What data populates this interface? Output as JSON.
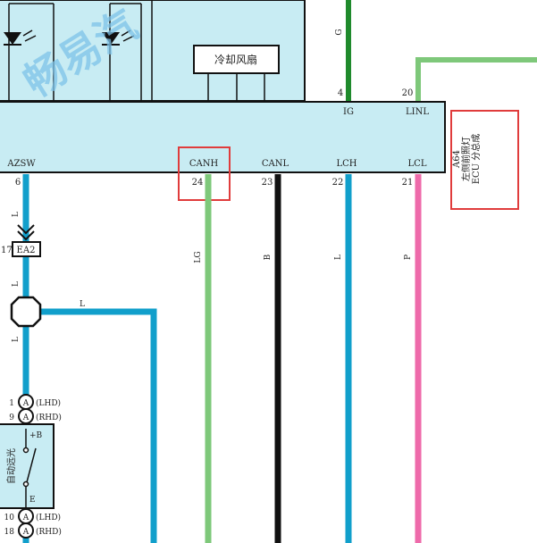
{
  "watermark": "畅易汽",
  "fan_label": "冷却风扇",
  "ecu": {
    "pins_top": [
      {
        "num": "4",
        "name": "IG"
      },
      {
        "num": "20",
        "name": "LINL"
      }
    ],
    "pins_bottom": [
      {
        "num": "6",
        "name": "AZSW"
      },
      {
        "num": "24",
        "name": "CANH"
      },
      {
        "num": "23",
        "name": "CANL"
      },
      {
        "num": "22",
        "name": "LCH"
      },
      {
        "num": "21",
        "name": "LCL"
      }
    ],
    "component_code": "A64",
    "component_name_line1": "左侧前照灯",
    "component_name_line2": "ECU 分总成"
  },
  "wire_colors": {
    "g_top": "G",
    "azsw_1": "L",
    "azsw_2": "L",
    "azsw_3": "L",
    "branch": "L",
    "canh": "LG",
    "canl": "B",
    "lch": "L",
    "lcl": "P"
  },
  "colors": {
    "ecu_fill": "#c8ecf3",
    "highlight": "#e03c3c",
    "wire_blue": "#119fcb",
    "wire_green": "#7ec87a",
    "wire_dark_green": "#1f8a2c",
    "wire_black": "#111111",
    "wire_pink": "#ee6aaa"
  },
  "connector": {
    "pin": "17",
    "code": "EA2"
  },
  "switch": {
    "name": "自动远光",
    "pin_b": "+B",
    "pin_e": "E",
    "circles": [
      {
        "pin": "1",
        "letter": "A",
        "note": "(LHD)"
      },
      {
        "pin": "9",
        "letter": "A",
        "note": "(RHD)"
      },
      {
        "pin": "10",
        "letter": "A",
        "note": "(LHD)"
      },
      {
        "pin": "18",
        "letter": "A",
        "note": "(RHD)"
      }
    ]
  }
}
